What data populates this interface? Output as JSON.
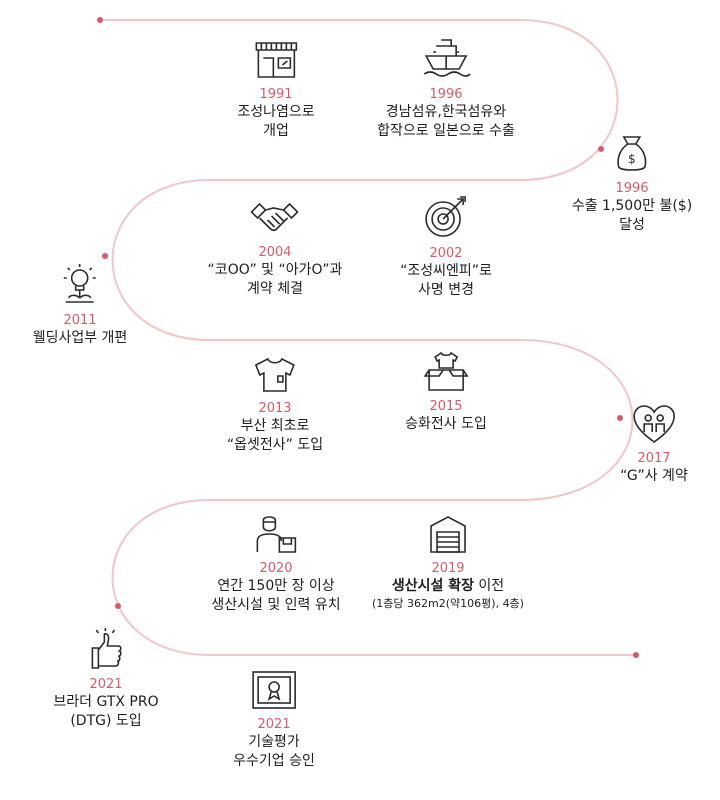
{
  "colors": {
    "accent": "#d85a6a",
    "path": "#f1c6cb",
    "dot": "#d85a6a",
    "text": "#1e1e1e",
    "icon": "#2b2b2b"
  },
  "events": [
    {
      "year": "1991",
      "lines": [
        "조성나염으로",
        "개업"
      ],
      "icon": "storefront-icon"
    },
    {
      "year": "1996",
      "lines": [
        "경남섬유,한국섬유와",
        "합작으로 일본으로 수출"
      ],
      "icon": "cargo-ship-icon"
    },
    {
      "year": "1996",
      "lines": [
        "수출 1,500만 불($)",
        "달성"
      ],
      "icon": "money-bag-icon"
    },
    {
      "year": "2002",
      "lines": [
        "“조성씨엔피”로",
        "사명 변경"
      ],
      "icon": "target-icon"
    },
    {
      "year": "2004",
      "lines": [
        "“코OO” 및 “아가O”과",
        "계약 체결"
      ],
      "icon": "handshake-icon"
    },
    {
      "year": "2011",
      "lines": [
        "웰딩사업부 개편"
      ],
      "icon": "lightbulb-icon"
    },
    {
      "year": "2013",
      "lines": [
        "부산 최초로",
        "“옵셋전사” 도입"
      ],
      "icon": "tshirt-icon"
    },
    {
      "year": "2015",
      "lines": [
        "승화전사 도입"
      ],
      "icon": "tshirt-box-icon"
    },
    {
      "year": "2017",
      "lines": [
        "“G”사 계약"
      ],
      "icon": "heart-couple-icon"
    },
    {
      "year": "2020",
      "lines": [
        "연간 150만 장 이상",
        "생산시설 및 인력 유치"
      ],
      "icon": "worker-icon"
    },
    {
      "year": "2019",
      "bold": "생산시설 확장",
      "suffix": " 이전",
      "note": "(1층당 362m2(약106평), 4층)",
      "icon": "factory-icon"
    },
    {
      "year": "2021",
      "lines": [
        "브라더 GTX PRO",
        "(DTG) 도입"
      ],
      "icon": "thumbs-up-icon"
    },
    {
      "year": "2021",
      "lines": [
        "기술평가",
        "우수기업 승인"
      ],
      "icon": "certificate-icon"
    }
  ]
}
